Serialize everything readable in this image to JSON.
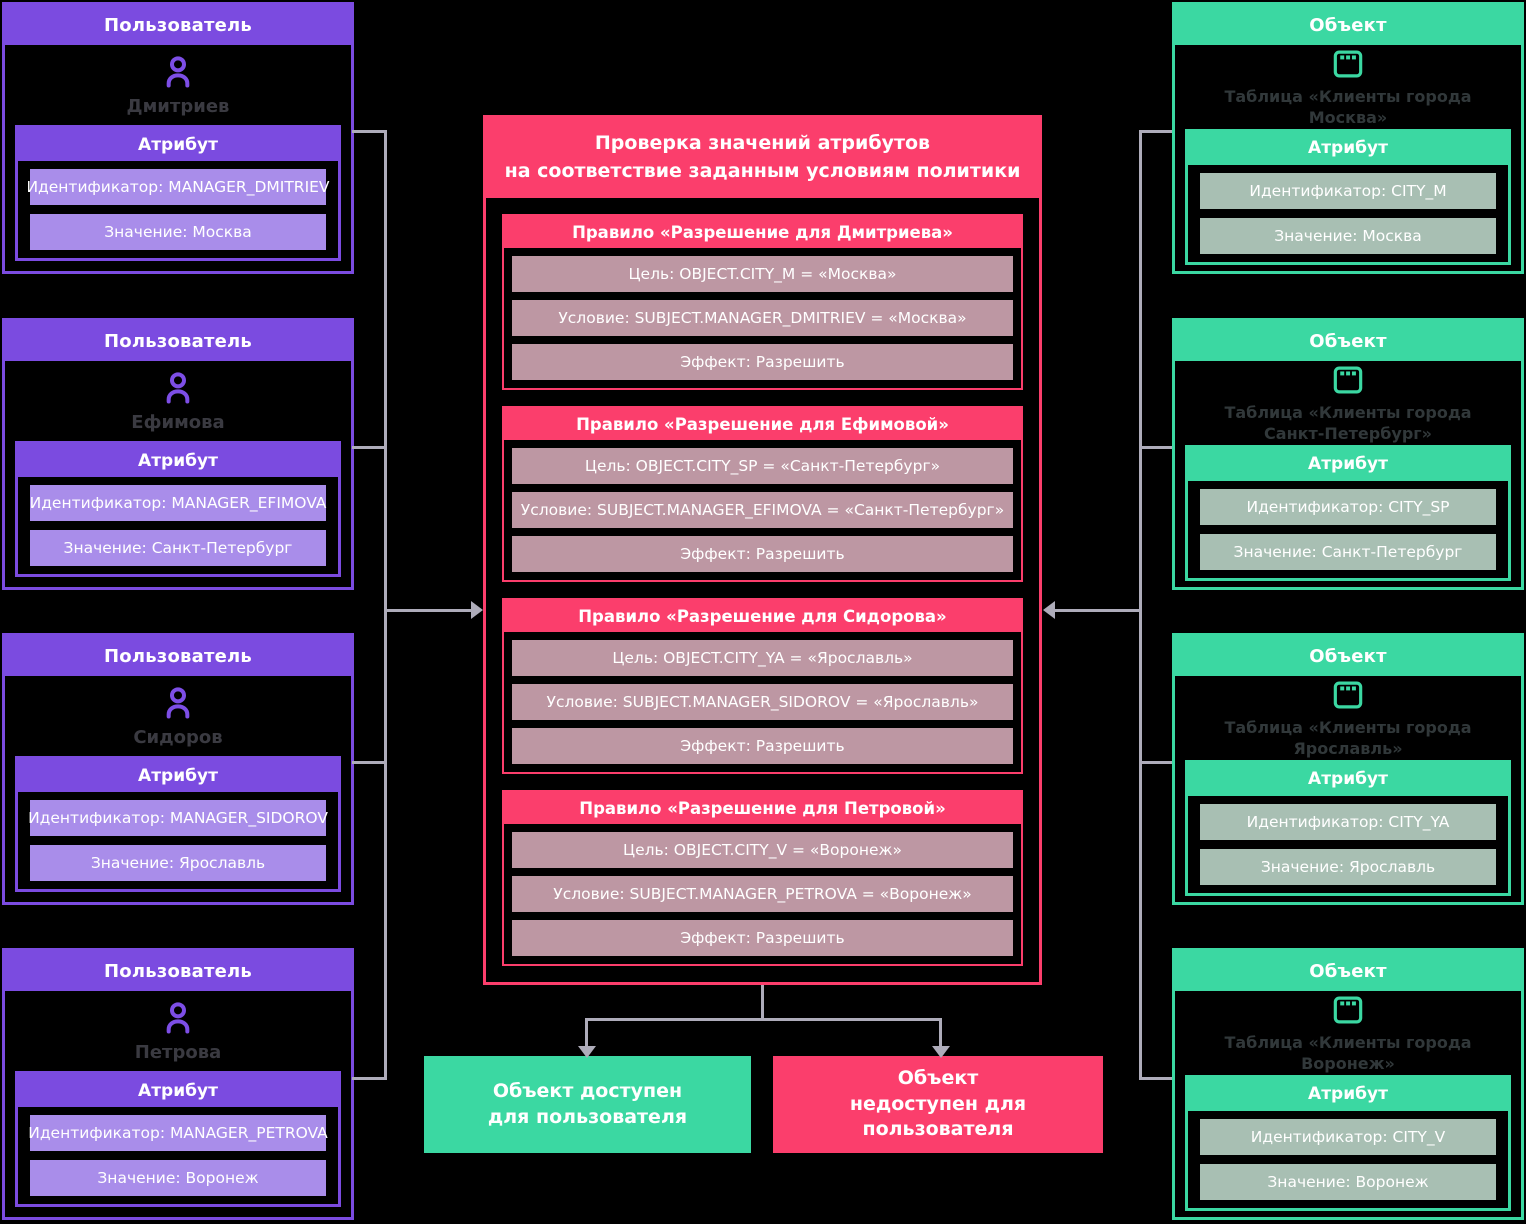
{
  "labels": {
    "user_card_title": "Пользователь",
    "object_card_title": "Объект",
    "attribute_label": "Атрибут"
  },
  "users": [
    {
      "name": "Дмитриев",
      "identifier": "Идентификатор: MANAGER_DMITRIEV",
      "value": "Значение: Москва"
    },
    {
      "name": "Ефимова",
      "identifier": "Идентификатор: MANAGER_EFIMOVA",
      "value": "Значение: Санкт-Петербург"
    },
    {
      "name": "Сидоров",
      "identifier": "Идентификатор: MANAGER_SIDOROV",
      "value": "Значение: Ярославль"
    },
    {
      "name": "Петрова",
      "identifier": "Идентификатор: MANAGER_PETROVA",
      "value": "Значение: Воронеж"
    }
  ],
  "objects": [
    {
      "name": "Таблица «Клиенты города Москва»",
      "identifier": "Идентификатор: CITY_M",
      "value": "Значение: Москва"
    },
    {
      "name": "Таблица «Клиенты города Санкт-Петербург»",
      "identifier": "Идентификатор: CITY_SP",
      "value": "Значение: Санкт-Петербург"
    },
    {
      "name": "Таблица «Клиенты города Ярославль»",
      "identifier": "Идентификатор: CITY_YA",
      "value": "Значение: Ярославль"
    },
    {
      "name": "Таблица «Клиенты города Воронеж»",
      "identifier": "Идентификатор: CITY_V",
      "value": "Значение: Воронеж"
    }
  ],
  "policy": {
    "title_line1": "Проверка значений атрибутов",
    "title_line2": "на соответствие заданным условиям политики",
    "rules": [
      {
        "title": "Правило «Разрешение для Дмитриева»",
        "target": "Цель: OBJECT.CITY_M = «Москва»",
        "condition": "Условие: SUBJECT.MANAGER_DMITRIEV = «Москва»",
        "effect": "Эффект: Разрешить"
      },
      {
        "title": "Правило «Разрешение для Ефимовой»",
        "target": "Цель: OBJECT.CITY_SP = «Санкт-Петербург»",
        "condition": "Условие: SUBJECT.MANAGER_EFIMOVA = «Санкт-Петербург»",
        "effect": "Эффект: Разрешить"
      },
      {
        "title": "Правило «Разрешение для Сидорова»",
        "target": "Цель: OBJECT.CITY_YA = «Ярославль»",
        "condition": "Условие: SUBJECT.MANAGER_SIDOROV = «Ярославль»",
        "effect": "Эффект: Разрешить"
      },
      {
        "title": "Правило «Разрешение для Петровой»",
        "target": "Цель: OBJECT.CITY_V = «Воронеж»",
        "condition": "Условие: SUBJECT.MANAGER_PETROVA = «Воронеж»",
        "effect": "Эффект: Разрешить"
      }
    ]
  },
  "results": {
    "allowed": "Объект доступен для пользователя",
    "denied": "Объект недоступен для пользователя"
  },
  "colors": {
    "purple": "#7b4be0",
    "purple_light": "#a98dea",
    "green": "#3bd8a2",
    "green_muted": "#a8bfb3",
    "pink": "#fb3e6c",
    "pink_muted": "#bd97a3",
    "connector": "#aeacba",
    "background": "#000000"
  }
}
